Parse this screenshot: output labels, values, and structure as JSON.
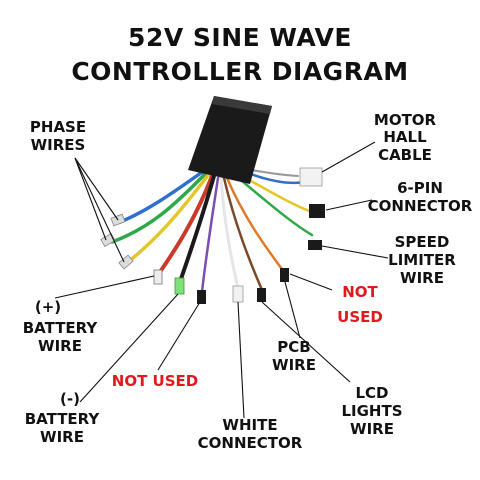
{
  "title": {
    "line1": "52V SINE WAVE",
    "line2": "CONTROLLER DIAGRAM"
  },
  "labels": {
    "phase_wires": [
      "PHASE",
      "WIRES"
    ],
    "motor_hall_cable": [
      "MOTOR",
      "HALL",
      "CABLE"
    ],
    "six_pin_connector": [
      "6-PIN",
      "CONNECTOR"
    ],
    "speed_limiter_wire": [
      "SPEED",
      "LIMITER",
      "WIRE"
    ],
    "not_used_right": [
      "NOT",
      "USED"
    ],
    "battery_positive": [
      "(+)",
      "BATTERY",
      "WIRE"
    ],
    "pcb_wire": [
      "PCB",
      "WIRE"
    ],
    "not_used_left": "NOT USED",
    "battery_negative": [
      "(-)",
      "BATTERY",
      "WIRE"
    ],
    "lcd_lights_wire": [
      "LCD",
      "LIGHTS",
      "WIRE"
    ],
    "white_connector": [
      "WHITE",
      "CONNECTOR"
    ]
  },
  "colors": {
    "text": "#111111",
    "not_used": "#e0191e",
    "controller_body": "#1a1a1a",
    "wire_blue": "#2f6fd0",
    "wire_green": "#2fa84a",
    "wire_yellow": "#e3c62a",
    "wire_red": "#c93a2a",
    "wire_orange": "#e07a2a",
    "wire_purple": "#7b4fb0",
    "wire_brown": "#7a4a28",
    "wire_white": "#e6e6e6",
    "wire_gray": "#9a9a9a"
  }
}
